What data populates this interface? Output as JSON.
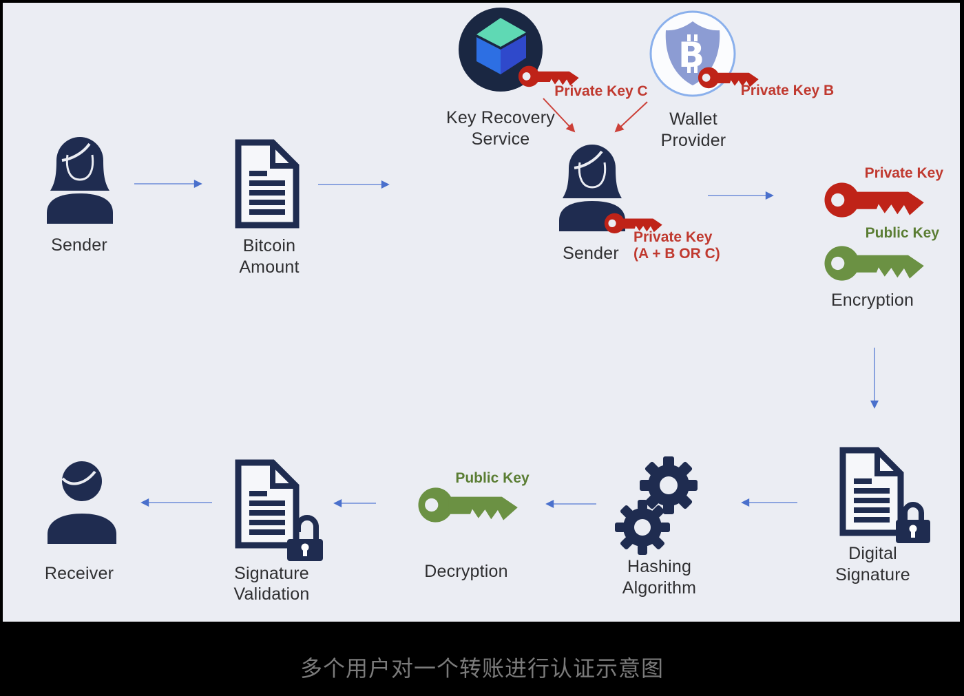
{
  "caption": "多个用户对一个转账进行认证示意图",
  "colors": {
    "panel_background": "#ebedf3",
    "icon_navy": "#1f2c50",
    "key_red": "#bf2318",
    "red_label_text": "#c0392f",
    "key_green": "#6b9143",
    "green_label_text": "#5a7d33",
    "flow_arrow_blue": "#7e99dc",
    "red_arrow": "#cc4038",
    "label_text": "#2f2f31",
    "caption_gray": "#7b7b7b",
    "shield_fill": "#8c9cd3"
  },
  "nodes": {
    "sender_top": {
      "label": "Sender"
    },
    "bitcoin_amount": {
      "line1": "Bitcoin",
      "line2": "Amount"
    },
    "key_recovery_service": {
      "line1": "Key Recovery",
      "line2": "Service",
      "key_label": "Private Key C"
    },
    "wallet_provider": {
      "line1": "Wallet",
      "line2": "Provider",
      "key_label": "Private Key B"
    },
    "sender_multisig": {
      "label": "Sender",
      "key_line1": "Private Key",
      "key_line2": "(A + B OR C)"
    },
    "encryption": {
      "label": "Encryption",
      "private_key": "Private Key",
      "public_key": "Public Key"
    },
    "digital_signature": {
      "line1": "Digital",
      "line2": "Signature"
    },
    "hashing_algorithm": {
      "line1": "Hashing",
      "line2": "Algorithm"
    },
    "decryption": {
      "label": "Decryption",
      "public_key": "Public Key"
    },
    "signature_validation": {
      "line1": "Signature",
      "line2": "Validation"
    },
    "receiver": {
      "label": "Receiver"
    }
  }
}
